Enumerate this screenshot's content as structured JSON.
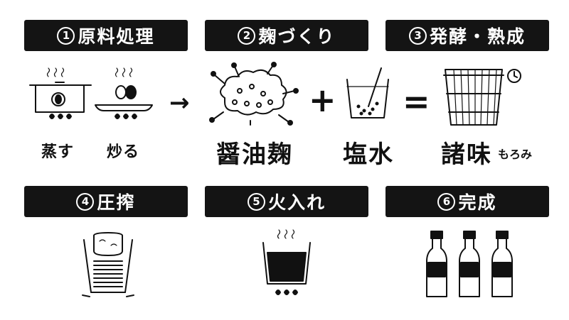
{
  "steps": [
    {
      "num": "1",
      "title": "原料処理"
    },
    {
      "num": "2",
      "title": "麹づくり"
    },
    {
      "num": "3",
      "title": "発酵・熟成"
    },
    {
      "num": "4",
      "title": "圧搾"
    },
    {
      "num": "5",
      "title": "火入れ"
    },
    {
      "num": "6",
      "title": "完成"
    }
  ],
  "labels": {
    "steam": "蒸す",
    "roast": "炒る",
    "koji": "醤油麹",
    "brine": "塩水",
    "moromi": "諸味",
    "moromi_reading": "もろみ"
  },
  "operators": {
    "arrow": "→",
    "plus": "+",
    "equals": "="
  },
  "icons": {
    "step1_steam": "steam-pot-icon",
    "step1_roast": "roasting-pan-icon",
    "step2_koji": "koji-mold-icon",
    "step2_brine": "brine-glass-icon",
    "step3_barrel": "wooden-barrel-icon",
    "step3_clock": "clock-icon",
    "step4_press": "press-icon",
    "step5_heat": "heating-pot-icon",
    "step6_bottles": "soy-sauce-bottles-icon"
  }
}
